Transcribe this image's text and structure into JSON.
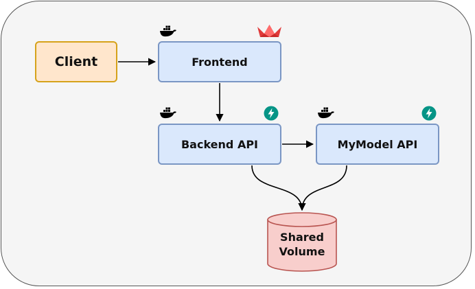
{
  "diagram": {
    "nodes": {
      "client": {
        "label": "Client",
        "fill": "#ffe6cc",
        "stroke": "#d6a21a"
      },
      "frontend": {
        "label": "Frontend",
        "fill": "#dae8fc",
        "stroke": "#7a96c4",
        "icons": [
          "docker-icon",
          "streamlit-icon"
        ]
      },
      "backend_api": {
        "label": "Backend API",
        "fill": "#dae8fc",
        "stroke": "#7a96c4",
        "icons": [
          "docker-icon",
          "fastapi-icon"
        ]
      },
      "mymodel_api": {
        "label": "MyModel API",
        "fill": "#dae8fc",
        "stroke": "#7a96c4",
        "icons": [
          "docker-icon",
          "fastapi-icon"
        ]
      },
      "shared_volume": {
        "label_line1": "Shared",
        "label_line2": "Volume",
        "fill": "#f8cecc",
        "stroke": "#b85450"
      }
    },
    "edges": [
      {
        "from": "Client",
        "to": "Frontend"
      },
      {
        "from": "Frontend",
        "to": "Backend API"
      },
      {
        "from": "Backend API",
        "to": "MyModel API"
      },
      {
        "from": "Backend API",
        "to": "Shared Volume"
      },
      {
        "from": "MyModel API",
        "to": "Shared Volume"
      }
    ],
    "colors": {
      "frame_fill": "#f5f5f5",
      "frame_stroke": "#555555",
      "fastapi_badge": "#059486",
      "streamlit_crown": "#ff4b4b"
    }
  }
}
